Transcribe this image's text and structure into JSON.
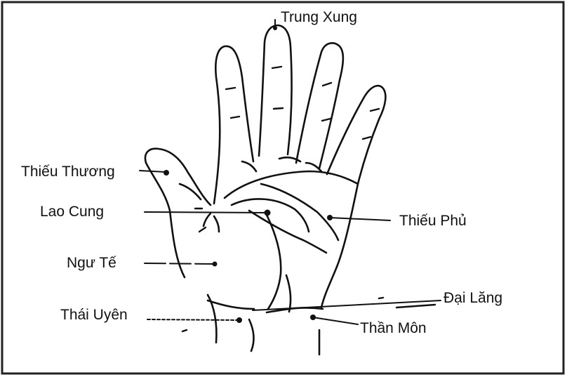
{
  "points": {
    "trung_xung": "Trung Xung",
    "thieu_thuong": "Thiếu Thương",
    "lao_cung": "Lao Cung",
    "thieu_phu": "Thiếu Phủ",
    "ngu_te": "Ngư Tế",
    "dai_lang": "Đại Lăng",
    "thai_uyen": "Thái Uyên",
    "than_mon": "Thần Môn"
  },
  "colors": {
    "ink": "#111111",
    "frame": "#222222",
    "background": "#ffffff"
  }
}
